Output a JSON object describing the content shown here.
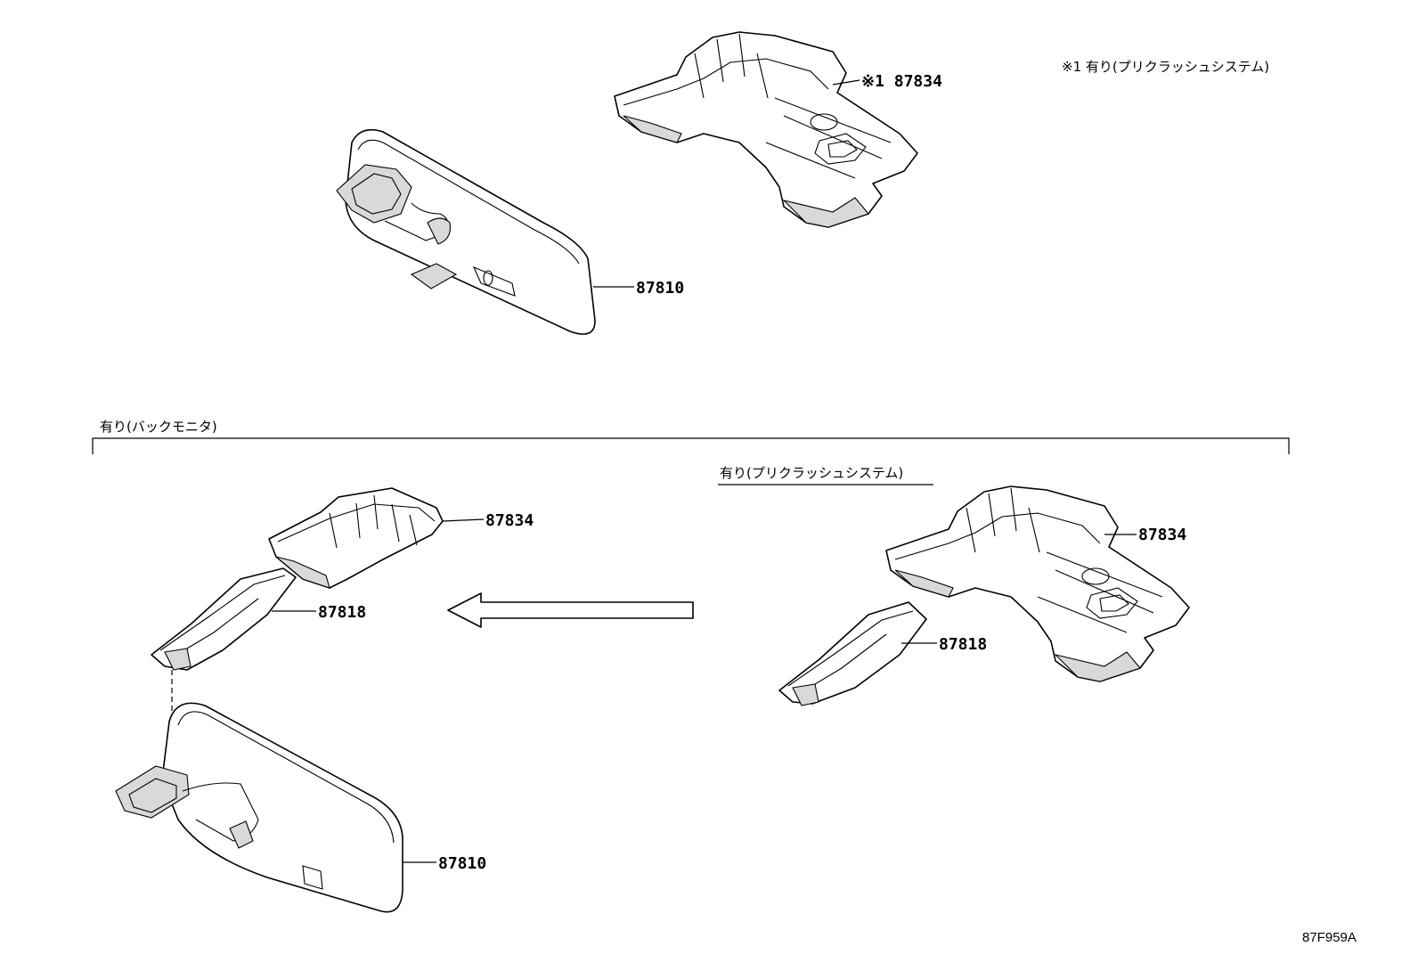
{
  "notes": {
    "footnote": "※1 有り(プリクラッシュシステム)",
    "back_monitor_group": "有り(バックモニタ)",
    "pre_crash_group": "有り(プリクラッシュシステム)"
  },
  "callouts": {
    "top_bracket": "※1 87834",
    "top_mirror": "87810",
    "left_bracket": "87834",
    "left_cover": "87818",
    "left_mirror": "87810",
    "right_bracket": "87834",
    "right_cover": "87818"
  },
  "illustration_code": "87F959A"
}
